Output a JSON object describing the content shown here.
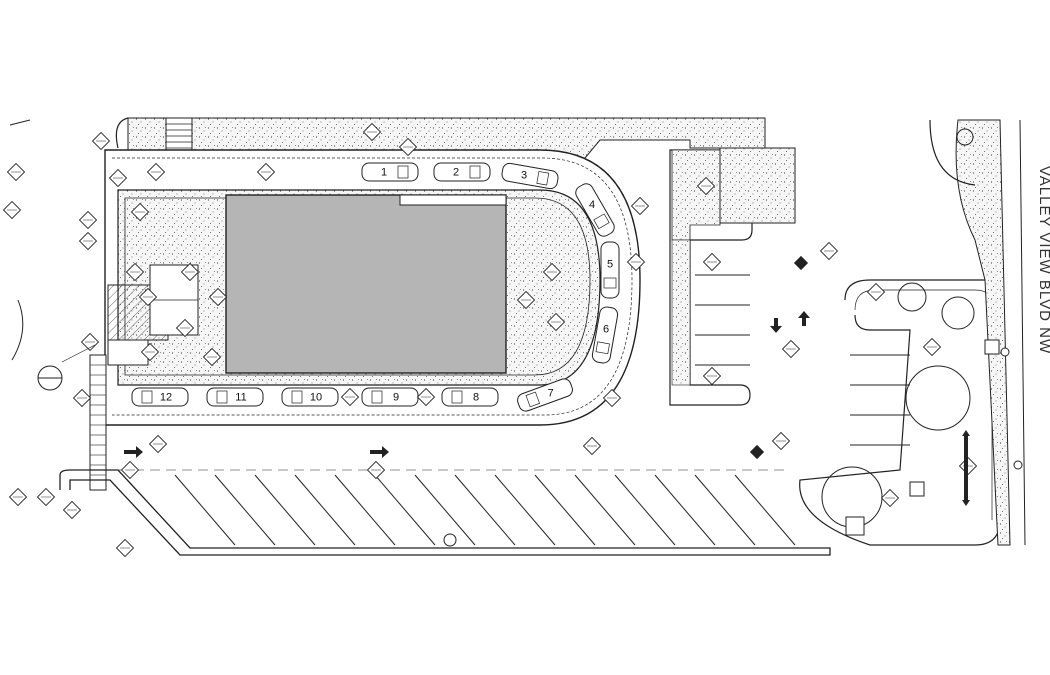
{
  "drawing": {
    "street_label": "VALLEY VIEW BLVD NW",
    "queue_stalls": [
      "1",
      "2",
      "3",
      "4",
      "5",
      "6",
      "7",
      "8",
      "9",
      "10",
      "11",
      "12"
    ],
    "colors": {
      "background": "#ffffff",
      "linework": "#222222",
      "building": "#b5b5b5",
      "landscape": "#f4f4f4"
    },
    "keynote_count": 46,
    "icons": [
      "north-arrow-icon",
      "keynote-diamond-icon",
      "traffic-arrow-icon",
      "light-pole-icon",
      "tree-icon",
      "utility-box-icon"
    ]
  }
}
